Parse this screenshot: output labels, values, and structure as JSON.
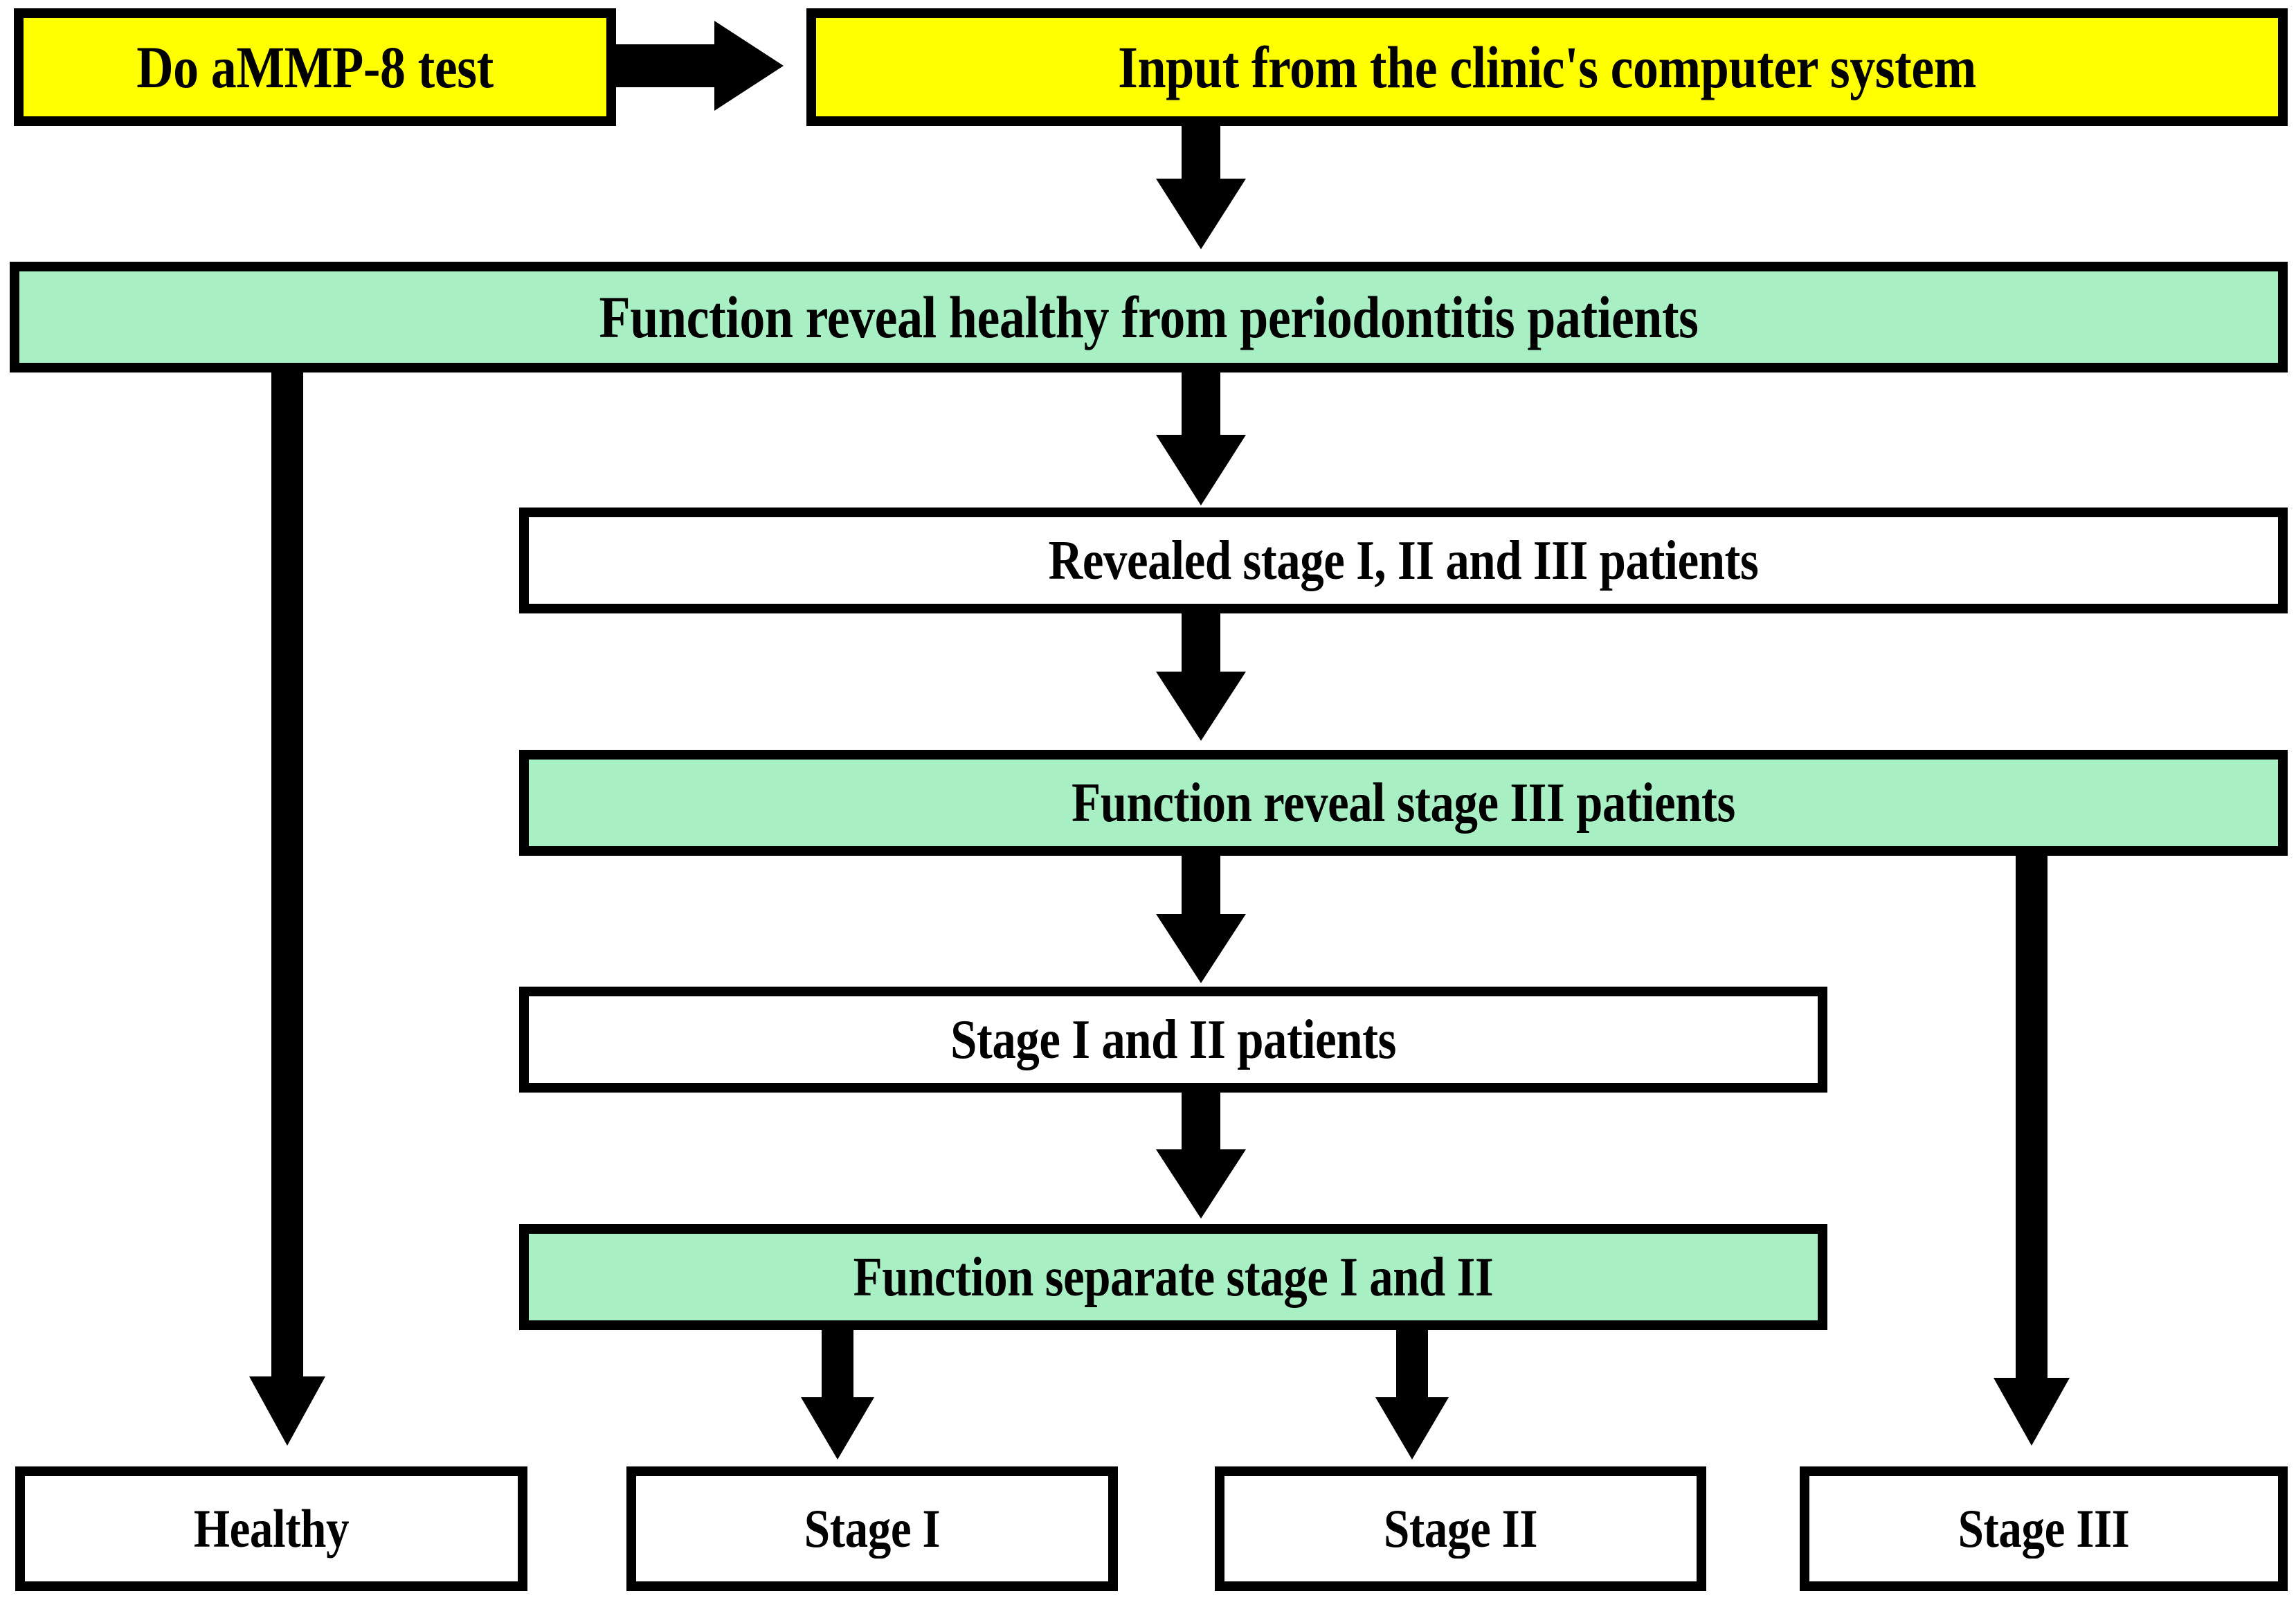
{
  "diagram": {
    "title": "aMMP-8 periodontitis staging decision flowchart",
    "colors": {
      "input_fill": "#FFFF00",
      "function_fill": "#A8F0C4",
      "result_fill": "#FFFFFF",
      "stroke": "#000000"
    }
  },
  "nodes": {
    "do_test": {
      "label": "Do aMMP-8 test",
      "kind": "input"
    },
    "clinic_input": {
      "label": "Input from the clinic's computer system",
      "kind": "input"
    },
    "fn_healthy": {
      "label": "Function reveal healthy from periodontitis patients",
      "kind": "function"
    },
    "revealed_stages": {
      "label": "Revealed stage I, II and III patients",
      "kind": "data"
    },
    "fn_stage3": {
      "label": "Function reveal stage III patients",
      "kind": "function"
    },
    "stage12_patients": {
      "label": "Stage I and II patients",
      "kind": "data"
    },
    "fn_separate_12": {
      "label": "Function separate stage I and II",
      "kind": "function"
    },
    "out_healthy": {
      "label": "Healthy",
      "kind": "result"
    },
    "out_stage1": {
      "label": "Stage I",
      "kind": "result"
    },
    "out_stage2": {
      "label": "Stage II",
      "kind": "result"
    },
    "out_stage3": {
      "label": "Stage III",
      "kind": "result"
    }
  },
  "edges": [
    {
      "from": "do_test",
      "to": "clinic_input",
      "direction": "right"
    },
    {
      "from": "clinic_input",
      "to": "fn_healthy",
      "direction": "down"
    },
    {
      "from": "fn_healthy",
      "to": "revealed_stages",
      "direction": "down"
    },
    {
      "from": "fn_healthy",
      "to": "out_healthy",
      "direction": "down"
    },
    {
      "from": "revealed_stages",
      "to": "fn_stage3",
      "direction": "down"
    },
    {
      "from": "fn_stage3",
      "to": "stage12_patients",
      "direction": "down"
    },
    {
      "from": "fn_stage3",
      "to": "out_stage3",
      "direction": "down"
    },
    {
      "from": "stage12_patients",
      "to": "fn_separate_12",
      "direction": "down"
    },
    {
      "from": "fn_separate_12",
      "to": "out_stage1",
      "direction": "down"
    },
    {
      "from": "fn_separate_12",
      "to": "out_stage2",
      "direction": "down"
    }
  ]
}
